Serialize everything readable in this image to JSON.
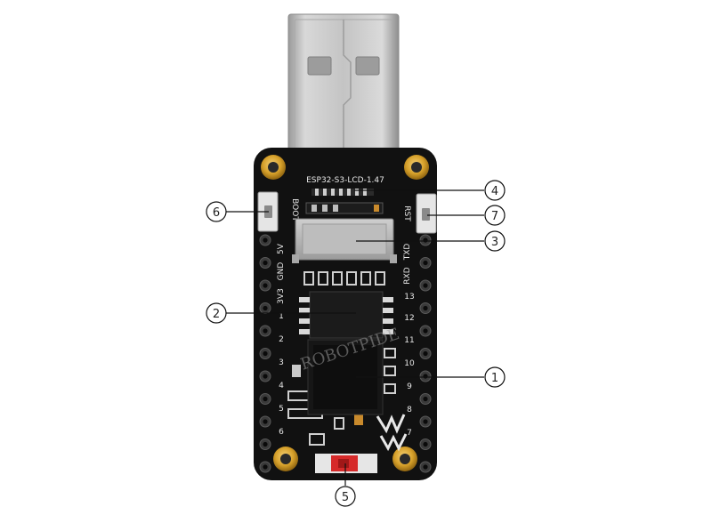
{
  "board": {
    "model": "ESP32-S3-LCD-1.47",
    "boot_label": "BOOT",
    "rst_label": "RST",
    "watermark": "ROBOTPIDE",
    "left_header": [
      "5V",
      "GND",
      "3V3",
      "1",
      "2",
      "3",
      "4",
      "5",
      "6"
    ],
    "right_header": [
      "TXD",
      "RXD",
      "13",
      "12",
      "11",
      "10",
      "9",
      "8",
      "7"
    ]
  },
  "callouts": [
    {
      "number": "1",
      "target": "ESP32-S3 module"
    },
    {
      "number": "2",
      "target": "Flash chip"
    },
    {
      "number": "3",
      "target": "Micro SD card slot"
    },
    {
      "number": "4",
      "target": "LCD connector"
    },
    {
      "number": "5",
      "target": "RGB LED"
    },
    {
      "number": "6",
      "target": "BOOT button"
    },
    {
      "number": "7",
      "target": "RST button"
    }
  ],
  "colors": {
    "pcb": "#111111",
    "usb_metal": "#b9b9b9",
    "gold_pad": "#d6a02a",
    "led_red": "#d62a2a",
    "leader": "#111111"
  }
}
